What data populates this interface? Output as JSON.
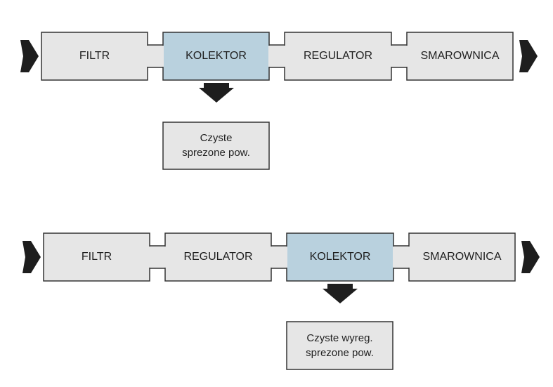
{
  "colors": {
    "box_fill": "#e6e6e6",
    "highlight_fill": "#b9d1de",
    "stroke": "#333333",
    "arrow": "#1e1e1e"
  },
  "diagram_top": {
    "stages": [
      "FILTR",
      "KOLEKTOR",
      "REGULATOR",
      "SMAROWNICA"
    ],
    "highlighted_stage": "KOLEKTOR",
    "output_line1": "Czyste",
    "output_line2": "sprezone pow."
  },
  "diagram_bottom": {
    "stages": [
      "FILTR",
      "REGULATOR",
      "KOLEKTOR",
      "SMAROWNICA"
    ],
    "highlighted_stage": "KOLEKTOR",
    "output_line1": "Czyste wyreg.",
    "output_line2": "sprezone pow."
  }
}
